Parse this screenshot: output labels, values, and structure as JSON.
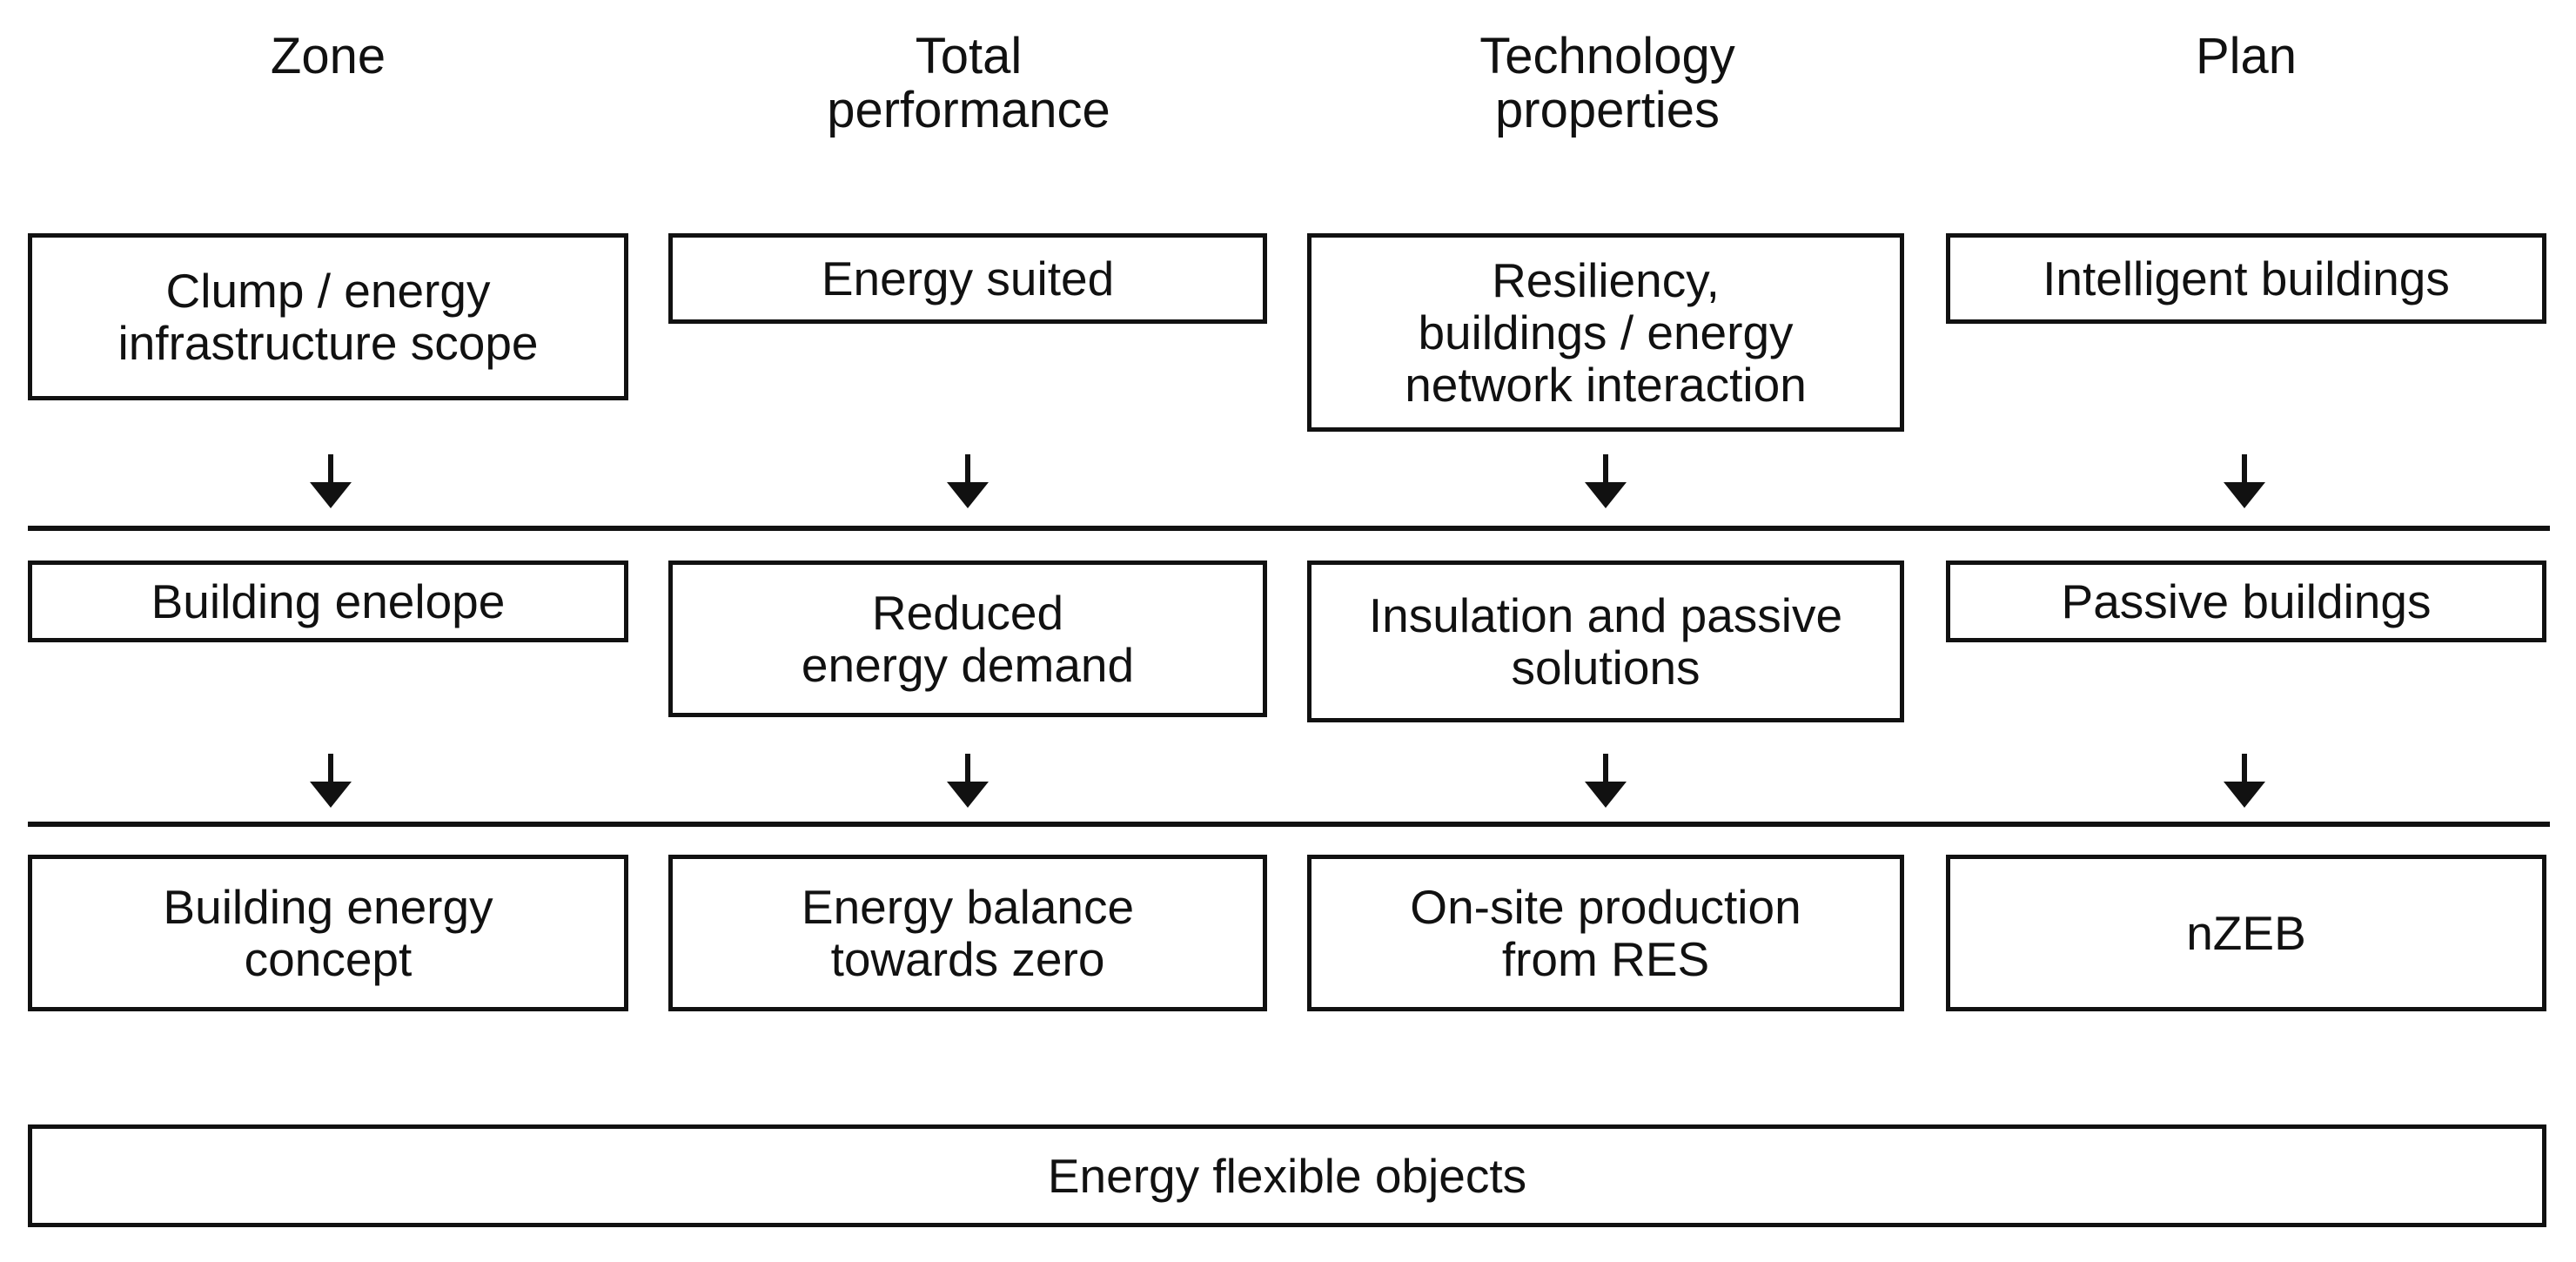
{
  "headers": {
    "zone": "Zone",
    "total_performance": "Total\nperformance",
    "technology_properties": "Technology\nproperties",
    "plan": "Plan"
  },
  "rows": {
    "top": {
      "zone": "Clump / energy\ninfrastructure scope",
      "total_performance": "Energy suited",
      "technology_properties": "Resiliency,\nbuildings / energy\nnetwork interaction",
      "plan": "Intelligent buildings"
    },
    "middle": {
      "zone": "Building enelope",
      "total_performance": "Reduced\nenergy demand",
      "technology_properties": "Insulation and passive\nsolutions",
      "plan": "Passive buildings"
    },
    "bottom": {
      "zone": "Building energy\nconcept",
      "total_performance": "Energy balance\ntowards zero",
      "technology_properties": "On-site production\nfrom RES",
      "plan": "nZEB"
    }
  },
  "footer": "Energy flexible objects"
}
